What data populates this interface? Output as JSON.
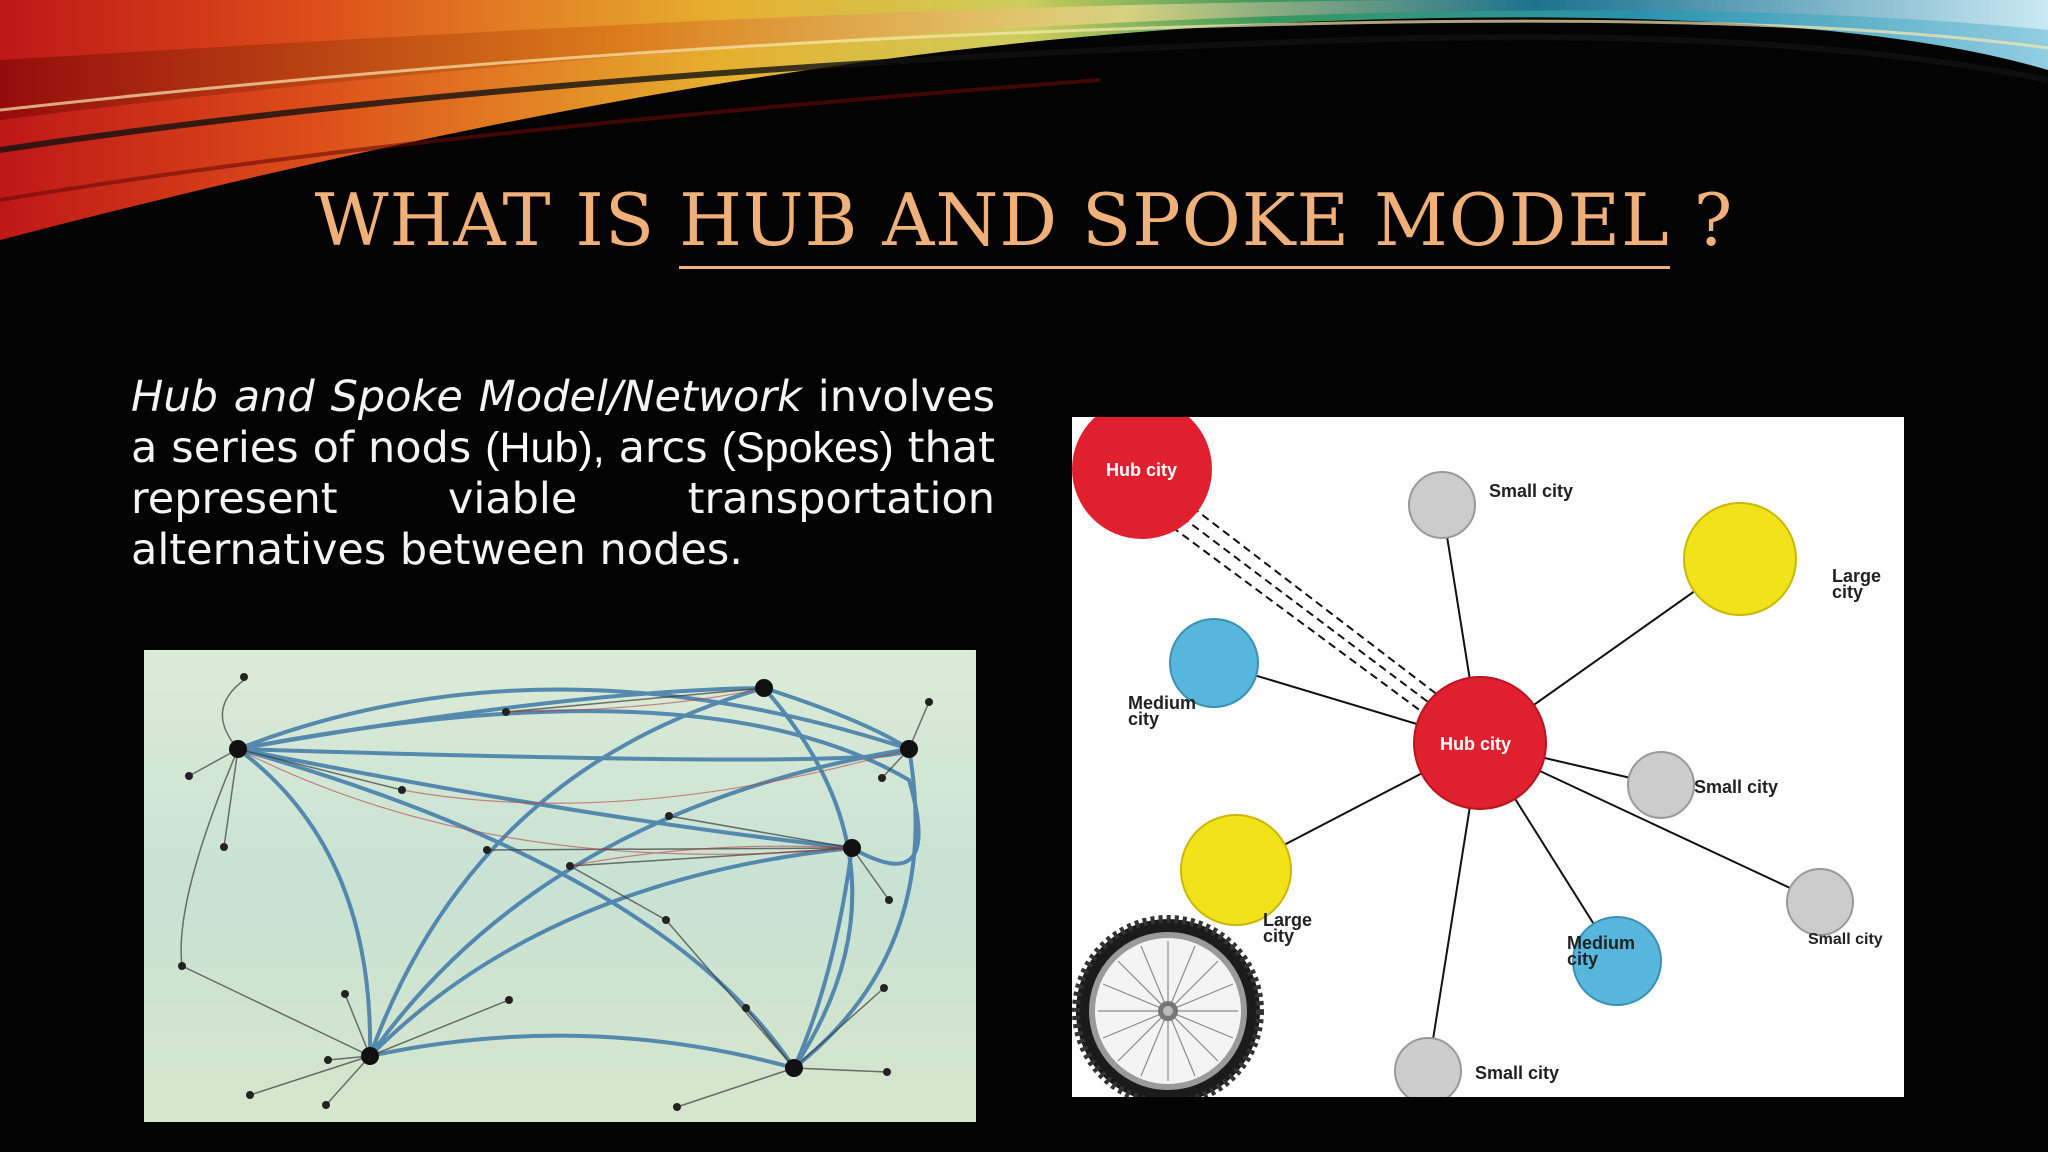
{
  "slide": {
    "title_prefix": "WHAT IS ",
    "title_underlined": "HUB AND SPOKE MODEL",
    "title_suffix": " ?",
    "body": {
      "italic": "Hub and Spoke Model/Network",
      "part1": " involves a series of nods ",
      "hub": "(Hub),",
      "part2": " arcs ",
      "spokes": "(Spokes)",
      "part3": " that represent viable transportation alternatives between nodes."
    },
    "colors": {
      "title": "#f0b07a",
      "hub": "#e0202e",
      "large": "#f2e21a",
      "medium": "#57b6dc",
      "small": "#cccccc"
    }
  },
  "hub_diagram": {
    "hub_center": "Hub city",
    "hub_corner": "Hub city",
    "small_top": "Small city",
    "large_right": "Large city",
    "medium_left": "Medium city",
    "small_right": "Small city",
    "large_left": "Large city",
    "medium_bottom": "Medium city",
    "small_far_right": "Small city",
    "small_bottom": "Small city",
    "icons": [
      "bicycle-wheel-icon"
    ]
  }
}
